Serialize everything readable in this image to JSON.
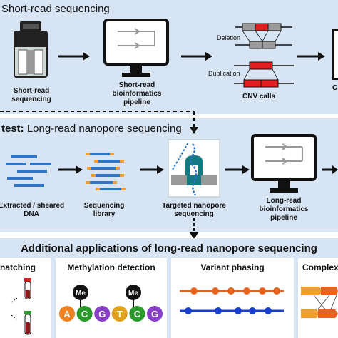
{
  "top_panel": {
    "title": "Short-read sequencing",
    "steps": {
      "sequencing": [
        "Short-read",
        "sequencing"
      ],
      "pipeline": [
        "Short-read",
        "bioinformatics",
        "pipeline"
      ],
      "cnv": "CNV calls",
      "deletion": "Deletion",
      "duplication": "Duplication",
      "cut_label": "C"
    }
  },
  "middle_panel": {
    "title_prefix": "test:",
    "title": "Long-read nanopore sequencing",
    "steps": {
      "dna": [
        "Extracted / sheared",
        "DNA"
      ],
      "library": [
        "Sequencing",
        "library"
      ],
      "targeted": [
        "Targeted nanopore",
        "sequencing"
      ],
      "pipeline": [
        "Long-read",
        "bioinformatics",
        "pipeline"
      ]
    }
  },
  "bottom_panel": {
    "title": "Additional applications of long-read nanopore sequencing",
    "cards": {
      "matching": "natching",
      "methylation": "Methylation detection",
      "phasing": "Variant phasing",
      "complex": "Complex"
    },
    "bases": [
      "A",
      "C",
      "G",
      "T",
      "C",
      "G"
    ],
    "me_label": "Me"
  },
  "colors": {
    "panel_bg": "#d6e4f3",
    "read_blue": "#2e75c8",
    "read_orange": "#f0a030",
    "deletion_red": "#e02020",
    "teal": "#127a82",
    "phase_orange": "#e8641e",
    "phase_blue": "#1a3fd0"
  }
}
